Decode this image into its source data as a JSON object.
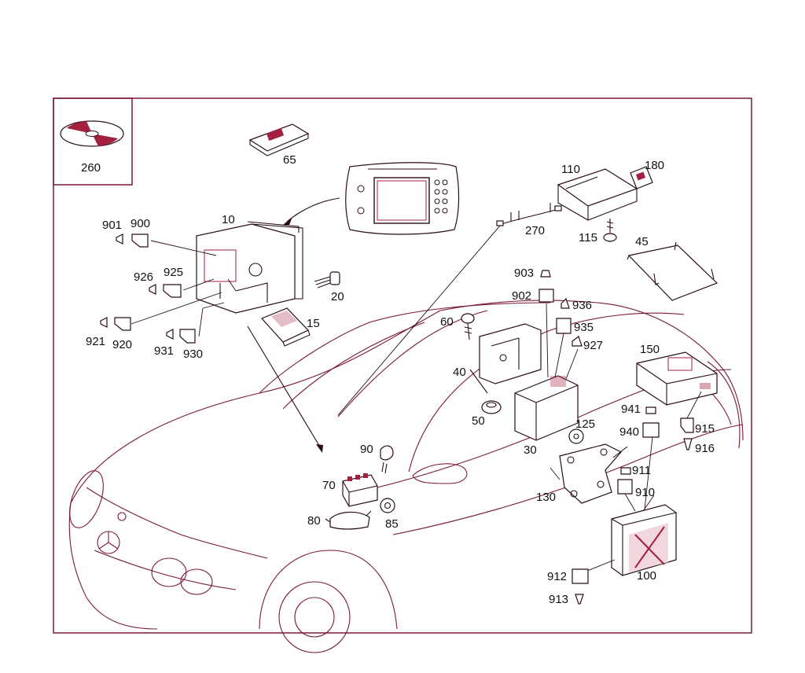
{
  "diagram": {
    "parts": [
      {
        "id": "260"
      },
      {
        "id": "65"
      },
      {
        "id": "10"
      },
      {
        "id": "110"
      },
      {
        "id": "180"
      },
      {
        "id": "270"
      },
      {
        "id": "115"
      },
      {
        "id": "45"
      },
      {
        "id": "901"
      },
      {
        "id": "900"
      },
      {
        "id": "926"
      },
      {
        "id": "925"
      },
      {
        "id": "20"
      },
      {
        "id": "921"
      },
      {
        "id": "920"
      },
      {
        "id": "931"
      },
      {
        "id": "930"
      },
      {
        "id": "15"
      },
      {
        "id": "903"
      },
      {
        "id": "902"
      },
      {
        "id": "936"
      },
      {
        "id": "935"
      },
      {
        "id": "60"
      },
      {
        "id": "927"
      },
      {
        "id": "40"
      },
      {
        "id": "150"
      },
      {
        "id": "50"
      },
      {
        "id": "30"
      },
      {
        "id": "125"
      },
      {
        "id": "941"
      },
      {
        "id": "915"
      },
      {
        "id": "940"
      },
      {
        "id": "916"
      },
      {
        "id": "90"
      },
      {
        "id": "911"
      },
      {
        "id": "130"
      },
      {
        "id": "910"
      },
      {
        "id": "70"
      },
      {
        "id": "80"
      },
      {
        "id": "85"
      },
      {
        "id": "100"
      },
      {
        "id": "912"
      },
      {
        "id": "913"
      }
    ],
    "colors": {
      "frame": "#7a1a33",
      "accent": "#a3213f",
      "ink": "#2a0d18"
    }
  }
}
